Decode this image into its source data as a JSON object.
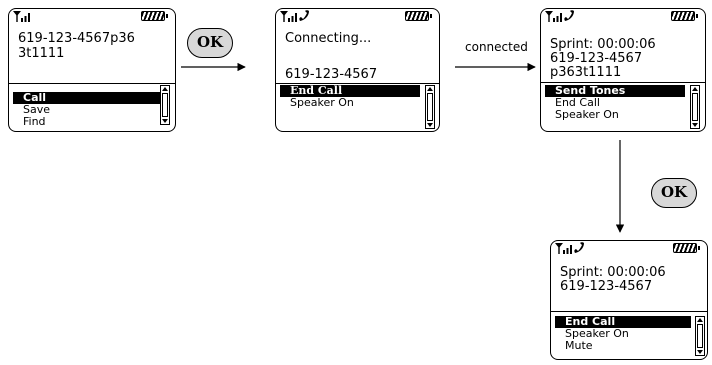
{
  "screens": [
    {
      "lines": [
        "619-123-4567p36",
        "3t1111"
      ],
      "menu": [
        {
          "label": "Call",
          "selected": true
        },
        {
          "label": "Save",
          "selected": false
        },
        {
          "label": "Find",
          "selected": false
        }
      ]
    },
    {
      "lines": [
        "Connecting...",
        "619-123-4567"
      ],
      "menu": [
        {
          "label": "End Call",
          "selected": true
        },
        {
          "label": "Speaker On",
          "selected": false
        }
      ]
    },
    {
      "lines": [
        "Sprint: 00:00:06",
        "619-123-4567",
        "p363t1111"
      ],
      "menu": [
        {
          "label": "Send Tones",
          "selected": true
        },
        {
          "label": "End Call",
          "selected": false
        },
        {
          "label": "Speaker On",
          "selected": false
        }
      ]
    },
    {
      "lines": [
        "Sprint: 00:00:06",
        "619-123-4567"
      ],
      "menu": [
        {
          "label": "End Call",
          "selected": true
        },
        {
          "label": "Speaker On",
          "selected": false
        },
        {
          "label": "Mute",
          "selected": false
        }
      ]
    }
  ],
  "ok_key": "OK",
  "edge_connected": "connected",
  "icons": {
    "signal": "signal-strength-icon",
    "call": "handset-icon",
    "battery": "battery-icon"
  }
}
